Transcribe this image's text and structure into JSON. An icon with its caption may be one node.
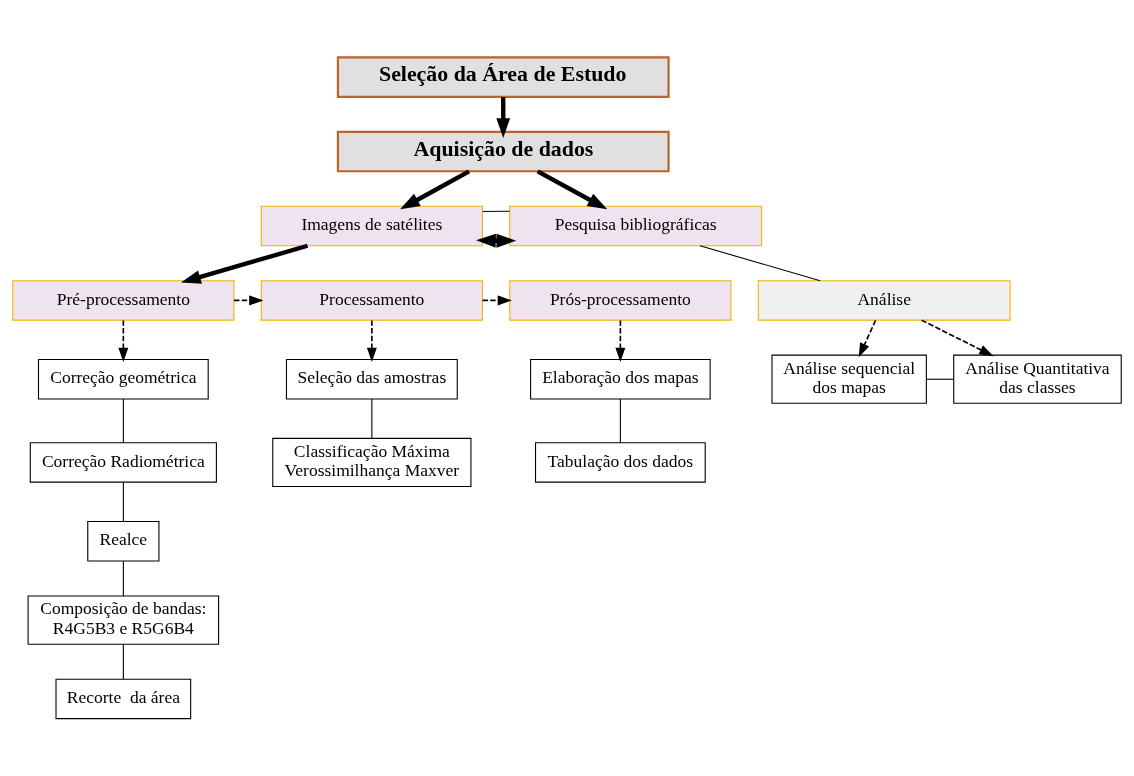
{
  "diagram": {
    "nodes": [
      {
        "text": [
          "Seleção da Área de Estudo"
        ]
      },
      {
        "text": [
          "Aquisição de dados"
        ]
      },
      {
        "text": [
          "Imagens de satélites"
        ]
      },
      {
        "text": [
          "Pesquisa bibliográficas"
        ]
      },
      {
        "text": [
          "Pré-processamento"
        ]
      },
      {
        "text": [
          "Processamento"
        ]
      },
      {
        "text": [
          "Prós-processamento"
        ]
      },
      {
        "text": [
          "Correção geométrica"
        ]
      },
      {
        "text": [
          "Correção Radiométrica"
        ]
      },
      {
        "text": [
          "Realce"
        ]
      },
      {
        "text": [
          "Composição de bandas: R4G5B3 e R5G6B4"
        ]
      },
      {
        "text": [
          "Recorte  da área"
        ]
      },
      {
        "text": [
          "Seleção das amostras"
        ]
      },
      {
        "text": [
          "Classificação Máxima Verossimilhança Maxver"
        ]
      },
      {
        "text": [
          "Elaboração dos mapas"
        ]
      },
      {
        "text": [
          "Tabulação dos dados"
        ]
      },
      {
        "text": [
          "Análise"
        ]
      },
      {
        "text": [
          "Análise sequencial dos mapas"
        ]
      },
      {
        "text": [
          "Análise Quantitativa das classes"
        ]
      }
    ],
    "edges": [
      {
        "from": 0,
        "to": 1,
        "arrow": "to",
        "style": "thick"
      },
      {
        "from": 1,
        "to": 2,
        "arrow": "to",
        "style": "thick"
      },
      {
        "from": 1,
        "to": 3,
        "arrow": "to",
        "style": "thick"
      },
      {
        "from": 2,
        "to": 3,
        "arrow": "both",
        "style": "thick"
      },
      {
        "from": 2,
        "to": 3,
        "arrow": "none"
      },
      {
        "from": 2,
        "to": 4,
        "arrow": "to",
        "style": "thick"
      },
      {
        "from": 3,
        "to": 16,
        "arrow": "none"
      },
      {
        "from": 4,
        "to": 5,
        "arrow": "to",
        "style": "dashed"
      },
      {
        "from": 5,
        "to": 6,
        "arrow": "to",
        "style": "dashed"
      },
      {
        "from": 4,
        "to": 7,
        "arrow": "to",
        "style": "dashed"
      },
      {
        "from": 7,
        "to": 8,
        "arrow": "none"
      },
      {
        "from": 8,
        "to": 9,
        "arrow": "none"
      },
      {
        "from": 9,
        "to": 10,
        "arrow": "none"
      },
      {
        "from": 10,
        "to": 11,
        "arrow": "none"
      },
      {
        "from": 5,
        "to": 12,
        "arrow": "to",
        "style": "dashed"
      },
      {
        "from": 12,
        "to": 13,
        "arrow": "none"
      },
      {
        "from": 6,
        "to": 14,
        "arrow": "to",
        "style": "dashed"
      },
      {
        "from": 14,
        "to": 15,
        "arrow": "none"
      },
      {
        "from": 16,
        "to": 17,
        "arrow": "to",
        "style": "dashed"
      },
      {
        "from": 16,
        "to": 18,
        "arrow": "to",
        "style": "dashed"
      },
      {
        "from": 17,
        "to": 18,
        "arrow": "none"
      }
    ]
  }
}
